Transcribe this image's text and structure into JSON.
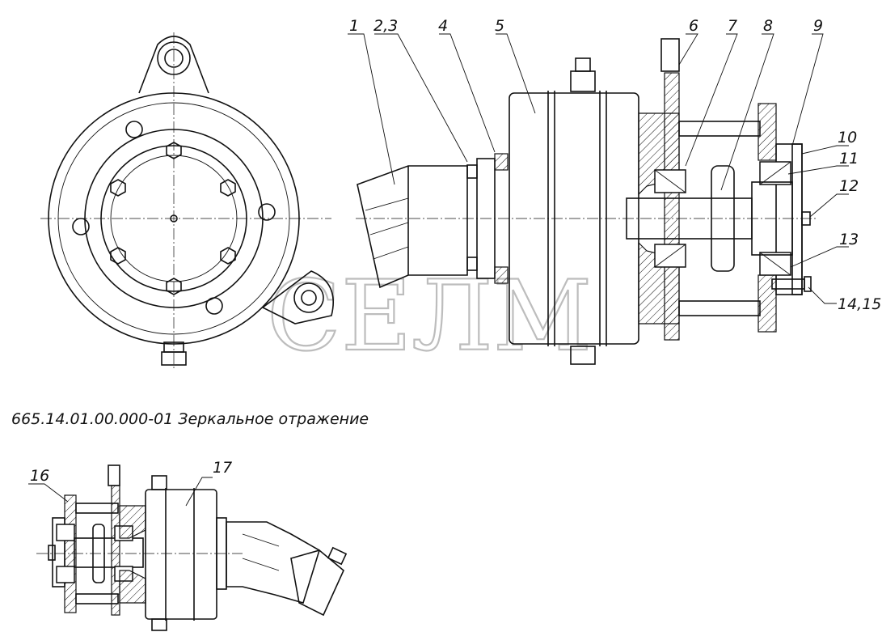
{
  "caption": "665.14.01.00.000-01 Зеркальное отражение",
  "watermark": "СЕЛМ",
  "callouts": [
    "1",
    "2,3",
    "4",
    "5",
    "6",
    "7",
    "8",
    "9",
    "10",
    "11",
    "12",
    "13",
    "14,15",
    "16",
    "17"
  ]
}
